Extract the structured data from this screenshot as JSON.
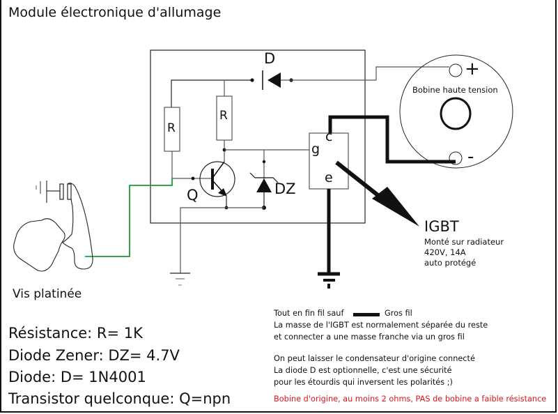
{
  "title": "Module électronique d'allumage",
  "components": {
    "diode_label": "D",
    "resistor_label": "R",
    "transistor_label": "Q",
    "zener_label": "DZ",
    "igbt_gate": "g",
    "igbt_collector": "c",
    "igbt_emitter": "e",
    "coil_plus": "+",
    "coil_minus": "-"
  },
  "coil": {
    "label": "Bobine haute tension"
  },
  "points": {
    "label": "Vis platinée"
  },
  "igbt": {
    "title": "IGBT",
    "lines": [
      "Monté sur radiateur",
      "420V, 14A",
      "auto protégé"
    ]
  },
  "specs": [
    "Résistance: R= 1K",
    "Diode Zener: DZ= 4.7V",
    "Diode: D= 1N4001",
    "Transistor quelconque: Q=npn"
  ],
  "notes": {
    "legend_left": "Tout en fin fil sauf",
    "legend_right": "Gros fil",
    "lines_block1": [
      "La masse de l'IGBT est normalement séparée du reste",
      "et connecter a une masse franche via un gros fil"
    ],
    "lines_block2": [
      "On peut laisser le condensateur d'origine connecté",
      "La diode D est optionnelle, c'est une sécurité",
      "pour les étourdis qui inversent les polarités ;)"
    ],
    "warning": "Bobine d'origine, au moins 2 ohms, PAS de bobine a faible résistance"
  },
  "colors": {
    "wire_thin": "#555555",
    "wire_signal": "#1a9a3a",
    "warning": "#e0141a"
  }
}
